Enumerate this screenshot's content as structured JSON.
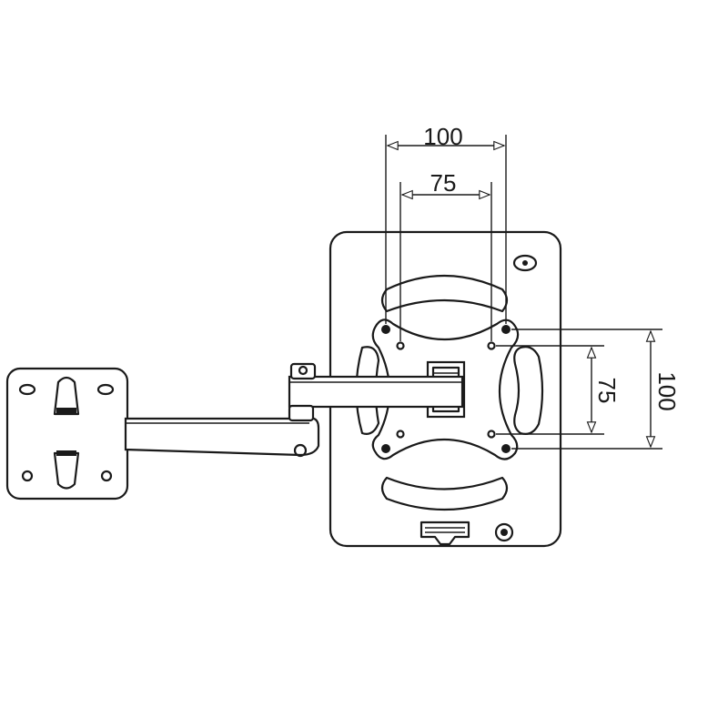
{
  "dimensions": {
    "top_outer": "100",
    "top_inner": "75",
    "right_outer": "100",
    "right_inner": "75"
  },
  "colors": {
    "line": "#1a1a1a",
    "background": "#ffffff"
  }
}
